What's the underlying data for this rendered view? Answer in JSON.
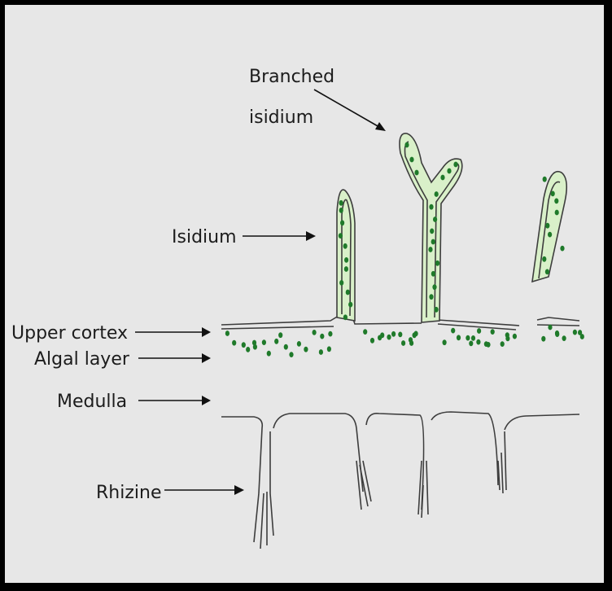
{
  "diagram": {
    "labels": {
      "branched_isidium_line1": "Branched",
      "branched_isidium_line2": "isidium",
      "isidium": "Isidium",
      "upper_cortex": "Upper cortex",
      "algal_layer": "Algal layer",
      "medulla": "Medulla",
      "rhizine": "Rhizine"
    },
    "colors": {
      "background": "#e7e7e7",
      "algal_cells": "#1f7a2a",
      "tissue_fill": "#d9f0c9",
      "outline": "#3d3d3d"
    }
  }
}
